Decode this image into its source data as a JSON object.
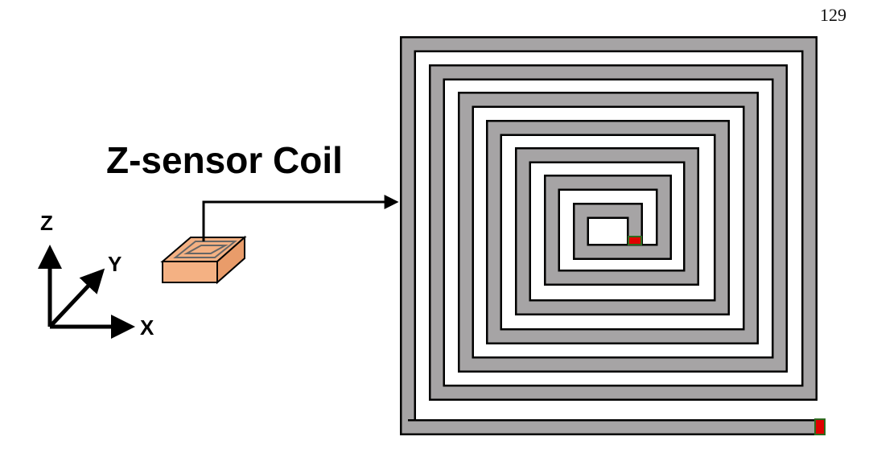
{
  "page": {
    "number": "129"
  },
  "diagram": {
    "title": "Z-sensor Coil",
    "axes": {
      "z": "Z",
      "y": "Y",
      "x": "X"
    },
    "colors": {
      "coil_trace": "#a6a4a5",
      "coil_outline": "#000000",
      "chip_body": "#f4b183",
      "terminal": "#e00000",
      "terminal_outline": "#2e6b1f"
    },
    "icons": {
      "sensor_chip": "sensor-chip-icon",
      "coordinate_axes": "coordinate-axes-icon",
      "spiral_coil": "spiral-coil-icon"
    }
  }
}
